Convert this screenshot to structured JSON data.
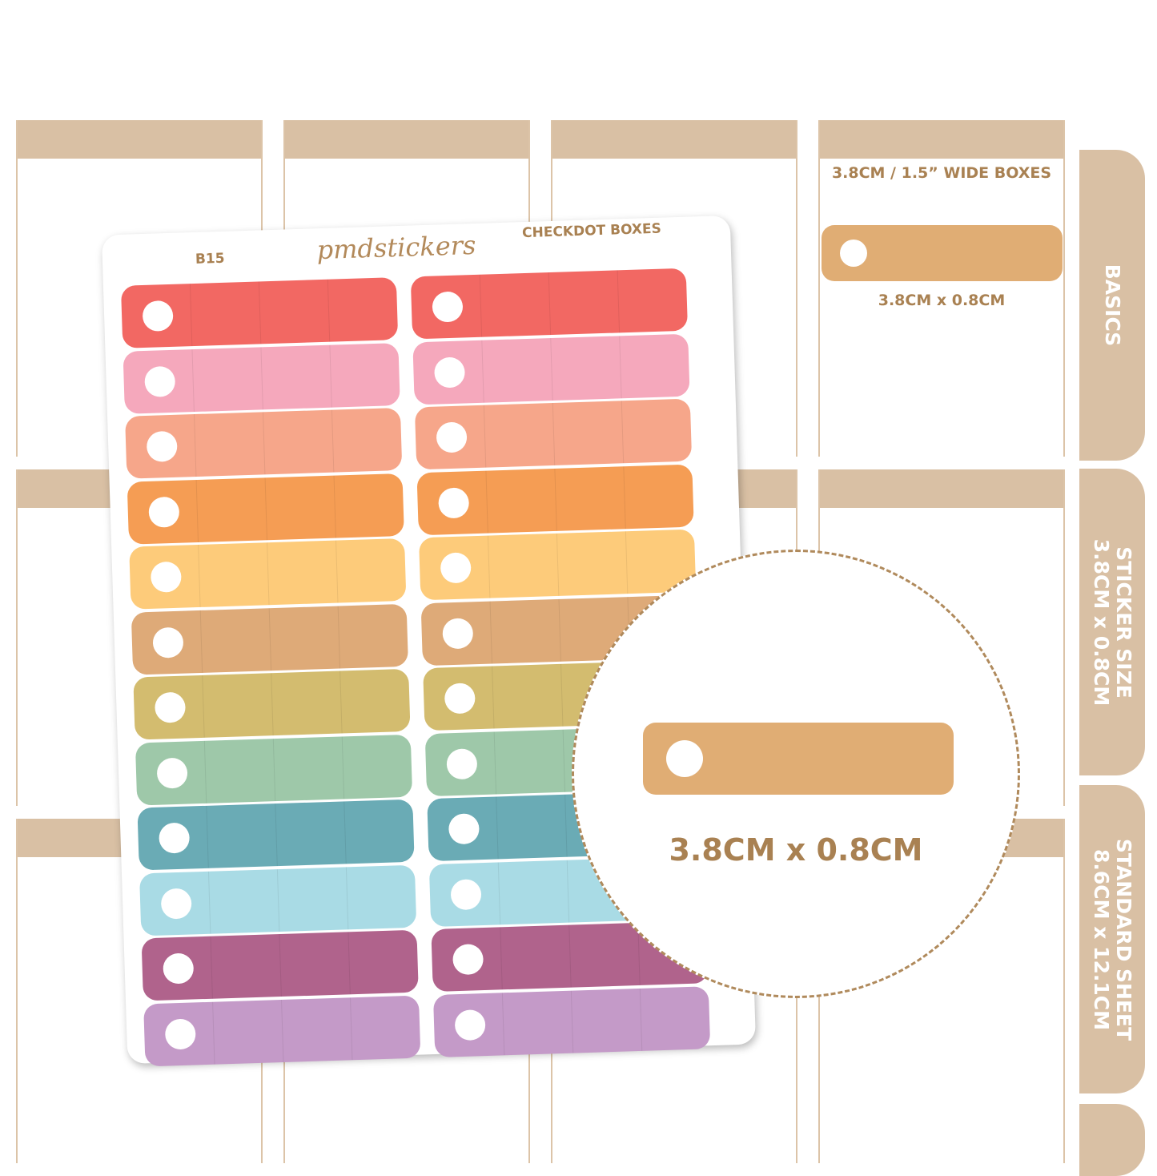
{
  "sheet": {
    "code": "B15",
    "brand": "pmdstickers",
    "title": "CHECKDOT BOXES",
    "left_column_colors": [
      "#f26863",
      "#f5a8bc",
      "#f6a68a",
      "#f59d54",
      "#fdcb7a",
      "#deaa78",
      "#d3bc6f",
      "#9ec8a9",
      "#6aabb5",
      "#a9dbe5",
      "#b0638c",
      "#c49ac8"
    ],
    "right_column_colors": [
      "#f26863",
      "#f5a8bc",
      "#f6a68a",
      "#f59d54",
      "#fdcb7a",
      "#deaa78",
      "#d3bc6f",
      "#9ec8a9",
      "#6aabb5",
      "#a9dbe5",
      "#b0638c",
      "#c49ac8"
    ]
  },
  "info": {
    "heading": "3.8CM / 1.5” WIDE BOXES",
    "size": "3.8CM x 0.8CM",
    "box_color": "#e0ad74"
  },
  "zoom": {
    "size": "3.8CM x 0.8CM",
    "box_color": "#e0ad74"
  },
  "tabs": [
    {
      "lines": [
        "BASICS"
      ]
    },
    {
      "lines": [
        "STICKER SIZE",
        "3.8CM x 0.8CM"
      ]
    },
    {
      "lines": [
        "STANDARD SHEET",
        "8.6CM x 12.1CM"
      ]
    }
  ],
  "colors": {
    "planner_header": "#d9c0a4",
    "text_accent": "#a98152"
  }
}
